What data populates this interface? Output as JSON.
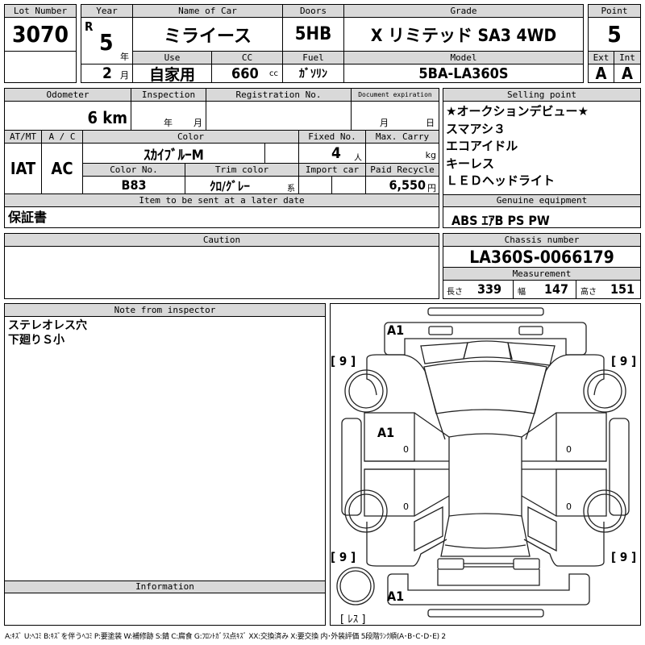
{
  "lot": {
    "label": "Lot Number",
    "value": "3070"
  },
  "car": {
    "year_label": "Year",
    "era": "R",
    "year": "5",
    "year_unit": "年",
    "month": "2",
    "month_unit": "月",
    "name_label": "Name of Car",
    "name": "ミライース",
    "doors_label": "Doors",
    "doors": "5HB",
    "grade_label": "Grade",
    "grade": "X リミテッド SA3 4WD",
    "use_label": "Use",
    "use": "自家用",
    "cc_label": "CC",
    "cc": "660",
    "cc_unit": "cc",
    "fuel_label": "Fuel",
    "fuel": "ｶﾞｿﾘﾝ",
    "model_label": "Model",
    "model": "5BA-LA360S"
  },
  "point": {
    "label": "Point",
    "value": "5",
    "ext_label": "Ext",
    "int_label": "Int",
    "ext": "A",
    "int": "A"
  },
  "odometer": {
    "label": "Odometer",
    "value": "6 km"
  },
  "inspection": {
    "label": "Inspection",
    "year_unit": "年",
    "month_unit": "月"
  },
  "registration": {
    "label": "Registration No.",
    "value": ""
  },
  "doc_exp": {
    "label": "Document expiration",
    "month_unit": "月",
    "day_unit": "日"
  },
  "atmt": {
    "label": "AT/MT",
    "value": "IAT"
  },
  "ac": {
    "label": "A / C",
    "value": "AC"
  },
  "color": {
    "label": "Color",
    "value": "ｽｶｲﾌﾞﾙｰM"
  },
  "fixed": {
    "label": "Fixed No.",
    "value": "4",
    "unit": "人"
  },
  "carry": {
    "label": "Max. Carry",
    "unit": "kg"
  },
  "color_no": {
    "label": "Color No.",
    "value": "B83"
  },
  "trim": {
    "label": "Trim color",
    "value": "ｸﾛ/ｸﾞﾚｰ",
    "unit": "系"
  },
  "import": {
    "label": "Import car"
  },
  "recycle": {
    "label": "Paid Recycle",
    "value": "6,550",
    "unit": "円"
  },
  "later": {
    "label": "Item to be sent at a later date",
    "value": "保証書"
  },
  "selling": {
    "label": "Selling point",
    "items": [
      "★オークションデビュー★",
      "スマアシ３",
      "エコアイドル",
      "キーレス",
      "ＬＥＤヘッドライト"
    ]
  },
  "genuine": {
    "label": "Genuine equipment",
    "value": "ABS ｴｱB PS PW"
  },
  "caution": {
    "label": "Caution",
    "value": ""
  },
  "chassis": {
    "label": "Chassis number",
    "value": "LA360S-0066179"
  },
  "measure": {
    "label": "Measurement",
    "len_label": "長さ",
    "len": "339",
    "wid_label": "幅",
    "wid": "147",
    "hgt_label": "高さ",
    "hgt": "151"
  },
  "note": {
    "label": "Note from inspector",
    "lines": [
      "ステレオレス穴",
      "下廻りＳ小"
    ]
  },
  "info": {
    "label": "Information",
    "value": ""
  },
  "diagram": {
    "front_bumper": "A1",
    "left_door": "A1",
    "rear_bumper": "A1",
    "tire_fl": "[ 9 ]",
    "tire_fr": "[ 9 ]",
    "tire_rl": "[ 9 ]",
    "tire_rr": "[ 9 ]",
    "spare": "[ ﾚｽ ]",
    "zero": "0"
  },
  "legend": "A:ｷｽﾞ U:ﾍｺﾐ B:ｷｽﾞを伴うﾍｺﾐ P:要塗装 W:補修跡 S:錆 C:腐食 G:ﾌﾛﾝﾄｶﾞﾗｽ点ｷｽﾞ XX:交換済み X:要交換  内･外装評価 5段階ﾗﾝｸ順(A･B･C･D･E) 2"
}
